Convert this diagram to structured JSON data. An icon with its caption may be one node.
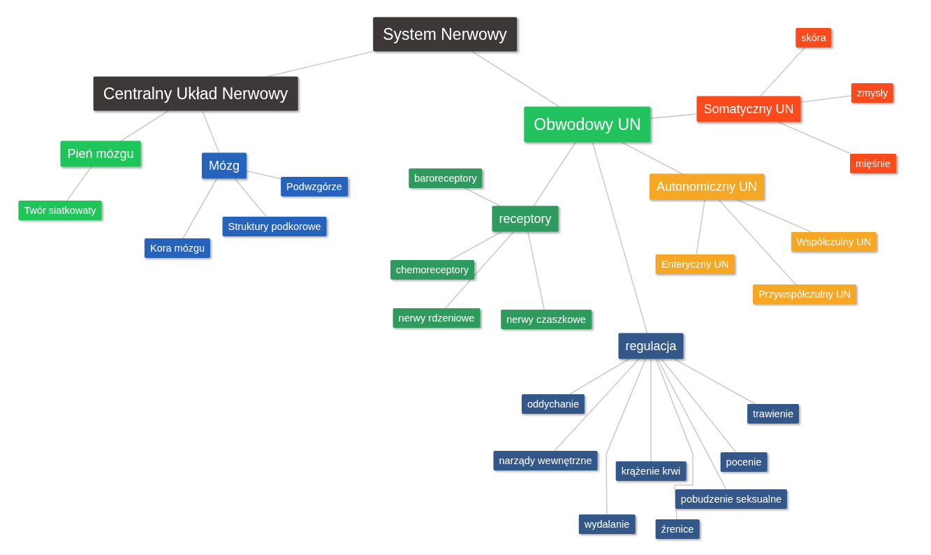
{
  "diagram": {
    "nodes": [
      {
        "text": [
          "System Nerwowy"
        ]
      },
      {
        "text": [
          "Centralny Układ Nerwowy"
        ]
      },
      {
        "text": [
          "Pień mózgu"
        ]
      },
      {
        "text": [
          "Twór siatkowaty"
        ]
      },
      {
        "text": [
          "Mózg"
        ]
      },
      {
        "text": [
          "Podwzgórze"
        ]
      },
      {
        "text": [
          "Struktury podkorowe"
        ]
      },
      {
        "text": [
          "Kora mózgu"
        ]
      },
      {
        "text": [
          "Obwodowy UN"
        ]
      },
      {
        "text": [
          "Somatyczny UN"
        ]
      },
      {
        "text": [
          "skóra"
        ]
      },
      {
        "text": [
          "zmysły"
        ]
      },
      {
        "text": [
          "mięśnie"
        ]
      },
      {
        "text": [
          "Autonomiczny UN"
        ]
      },
      {
        "text": [
          "Enteryczny UN"
        ]
      },
      {
        "text": [
          "Współczulny UN"
        ]
      },
      {
        "text": [
          "Przywspółczulny UN"
        ]
      },
      {
        "text": [
          "receptory"
        ]
      },
      {
        "text": [
          "baroreceptory"
        ]
      },
      {
        "text": [
          "chemoreceptory"
        ]
      },
      {
        "text": [
          "nerwy rdzeniowe"
        ]
      },
      {
        "text": [
          "nerwy czaszkowe"
        ]
      },
      {
        "text": [
          "regulacja"
        ]
      },
      {
        "text": [
          "oddychanie"
        ]
      },
      {
        "text": [
          "trawienie"
        ]
      },
      {
        "text": [
          "narządy wewnętrzne"
        ]
      },
      {
        "text": [
          "krążenie krwi"
        ]
      },
      {
        "text": [
          "pocenie"
        ]
      },
      {
        "text": [
          "pobudzenie seksualne"
        ]
      },
      {
        "text": [
          "wydalanie"
        ]
      },
      {
        "text": [
          "źrenice"
        ]
      }
    ],
    "edges": [
      {
        "from": 0,
        "to": 1,
        "arrow": "none"
      },
      {
        "from": 0,
        "to": 8,
        "arrow": "none"
      },
      {
        "from": 1,
        "to": 2,
        "arrow": "none"
      },
      {
        "from": 1,
        "to": 4,
        "arrow": "none"
      },
      {
        "from": 2,
        "to": 3,
        "arrow": "none"
      },
      {
        "from": 4,
        "to": 5,
        "arrow": "none"
      },
      {
        "from": 4,
        "to": 6,
        "arrow": "none"
      },
      {
        "from": 4,
        "to": 7,
        "arrow": "none"
      },
      {
        "from": 8,
        "to": 9,
        "arrow": "none"
      },
      {
        "from": 9,
        "to": 10,
        "arrow": "none"
      },
      {
        "from": 9,
        "to": 11,
        "arrow": "none"
      },
      {
        "from": 9,
        "to": 12,
        "arrow": "none"
      },
      {
        "from": 8,
        "to": 13,
        "arrow": "none"
      },
      {
        "from": 13,
        "to": 14,
        "arrow": "none"
      },
      {
        "from": 13,
        "to": 15,
        "arrow": "none"
      },
      {
        "from": 13,
        "to": 16,
        "arrow": "none"
      },
      {
        "from": 8,
        "to": 17,
        "arrow": "none"
      },
      {
        "from": 17,
        "to": 18,
        "arrow": "none"
      },
      {
        "from": 17,
        "to": 19,
        "arrow": "none"
      },
      {
        "from": 17,
        "to": 20,
        "arrow": "none"
      },
      {
        "from": 17,
        "to": 21,
        "arrow": "none"
      },
      {
        "from": 8,
        "to": 22,
        "arrow": "none"
      },
      {
        "from": 22,
        "to": 23,
        "arrow": "none"
      },
      {
        "from": 22,
        "to": 24,
        "arrow": "none"
      },
      {
        "from": 22,
        "to": 25,
        "arrow": "none"
      },
      {
        "from": 22,
        "to": 26,
        "arrow": "none"
      },
      {
        "from": 22,
        "to": 27,
        "arrow": "none"
      },
      {
        "from": 22,
        "to": 28,
        "arrow": "none"
      },
      {
        "from": 22,
        "to": 29,
        "arrow": "none"
      },
      {
        "from": 22,
        "to": 30,
        "arrow": "none"
      }
    ]
  }
}
